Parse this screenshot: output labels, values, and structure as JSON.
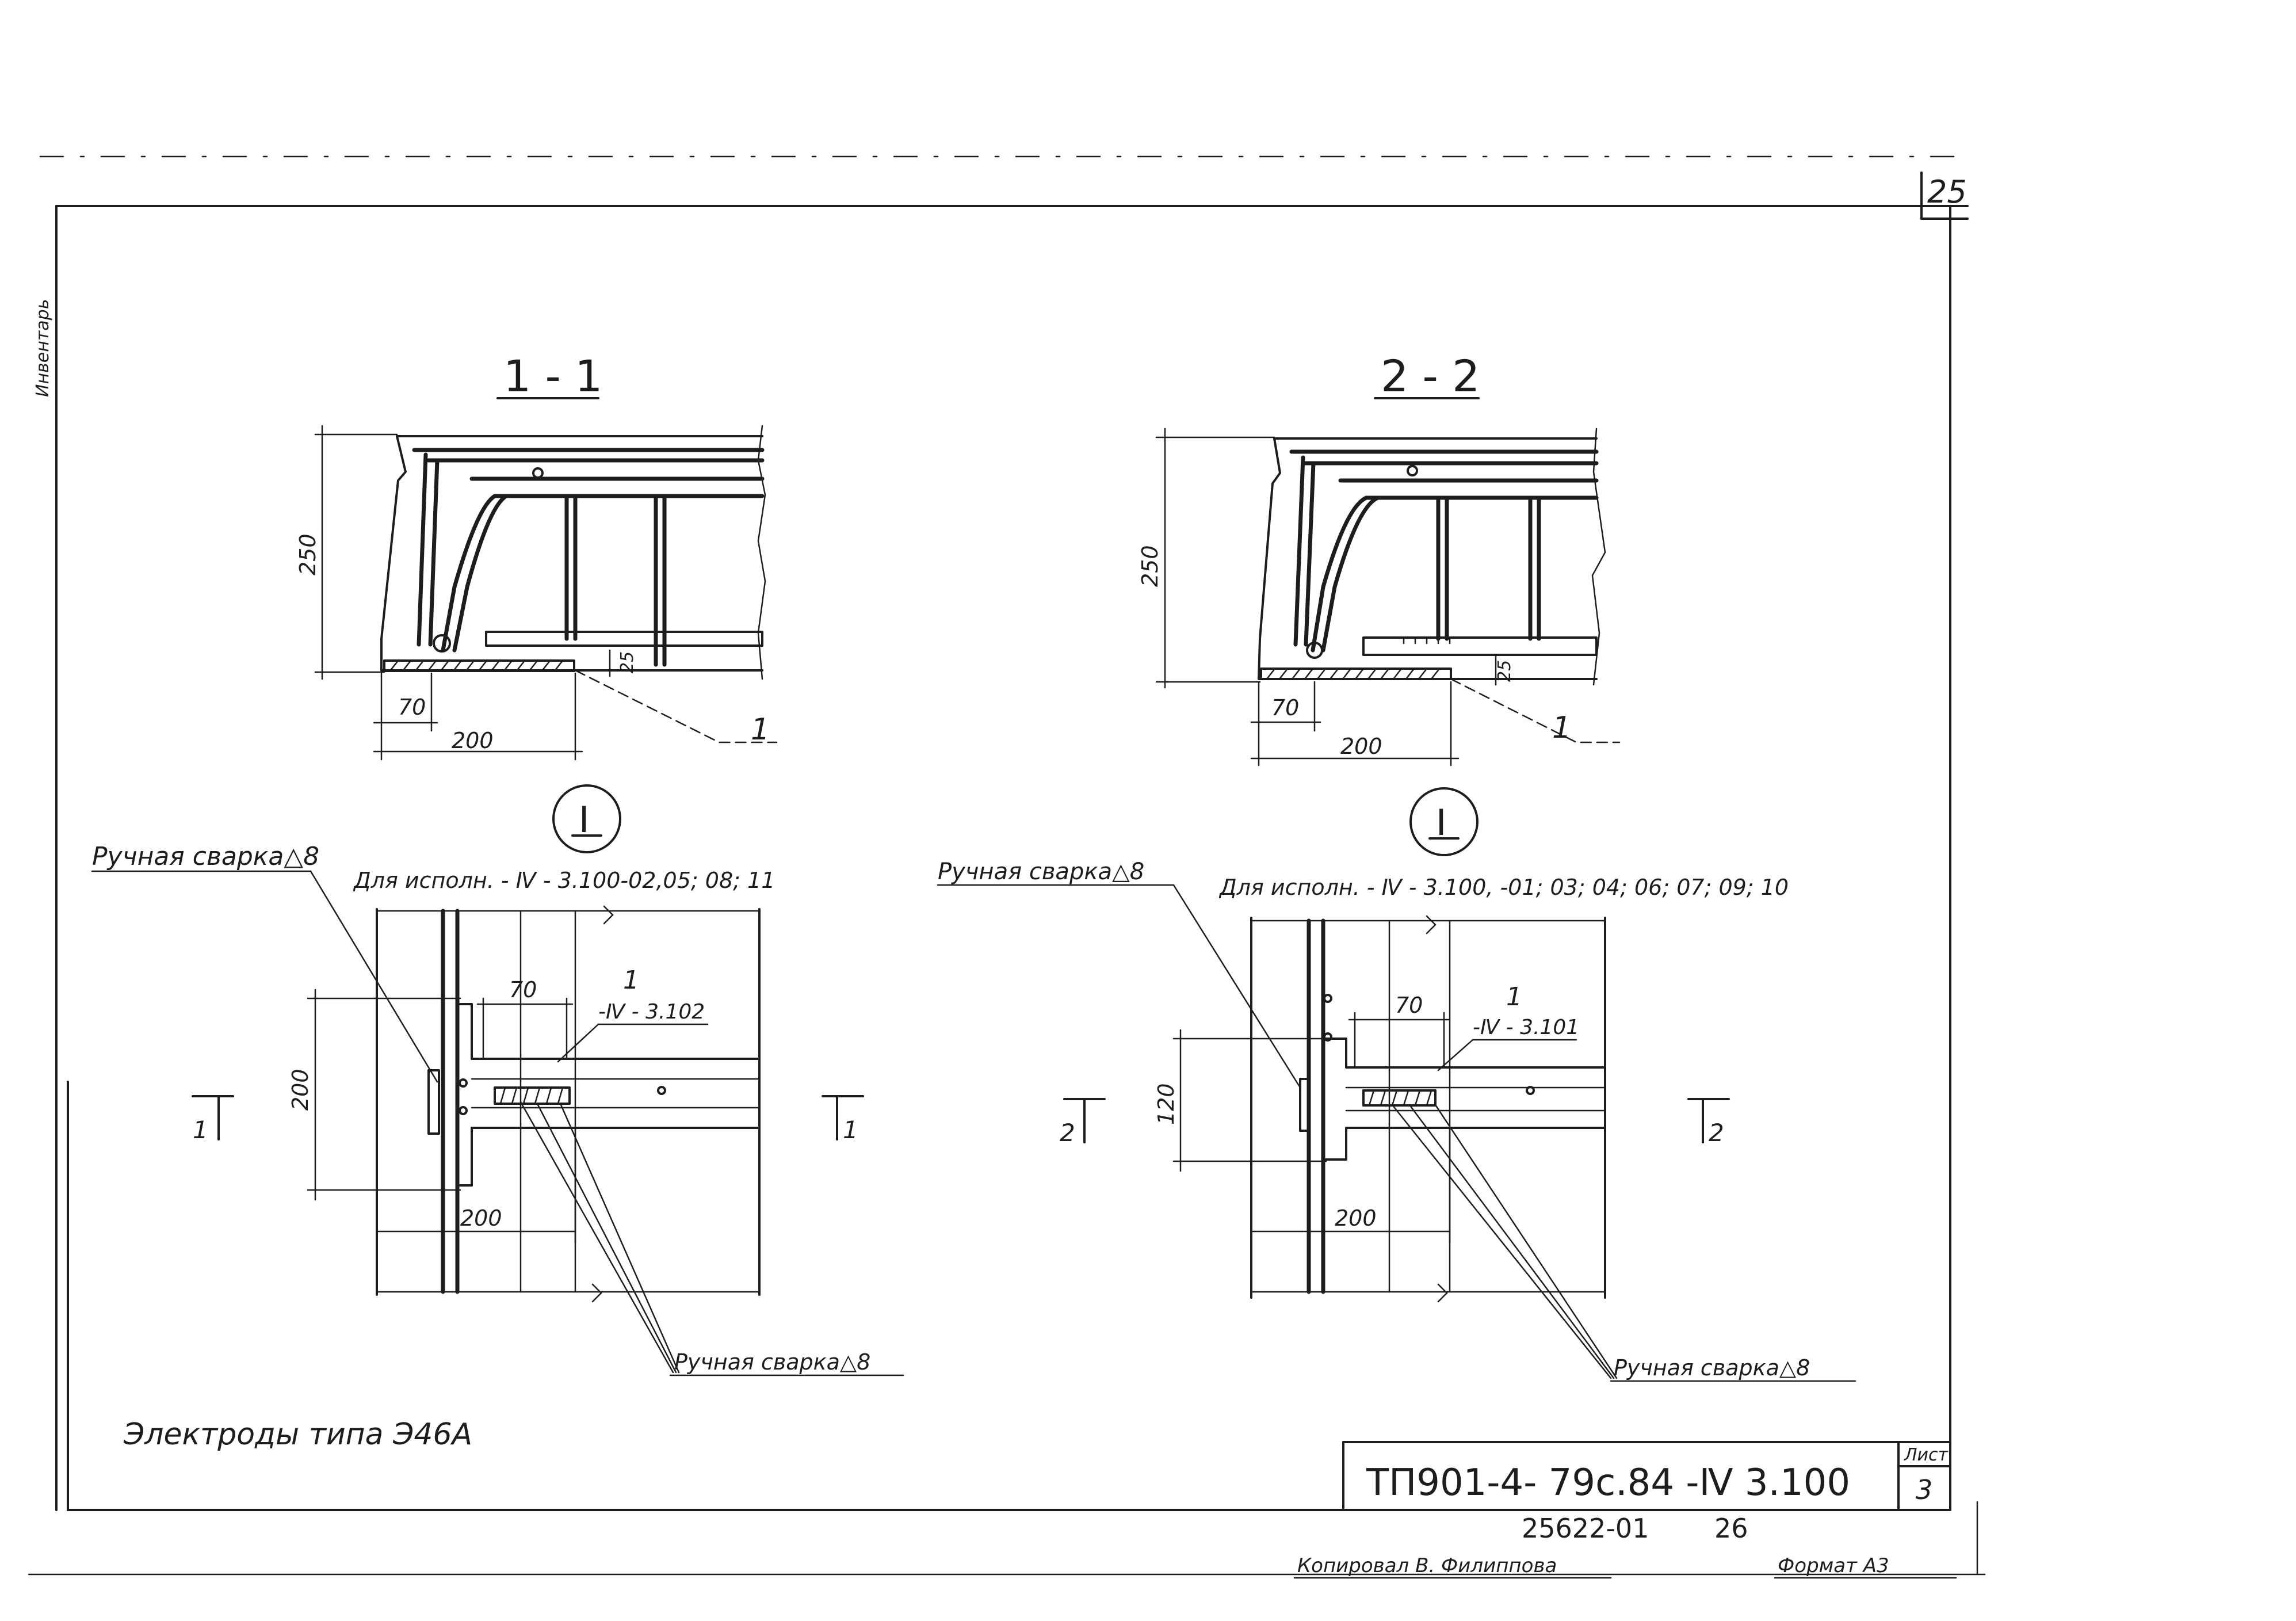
{
  "sheet": {
    "page_number": "25",
    "side_margin_text": "Инвентарь"
  },
  "section_1": {
    "title": "1 - 1",
    "dim_height": "250",
    "dim_70": "70",
    "dim_200": "200",
    "dim_25": "25",
    "leader_label": "1"
  },
  "section_2": {
    "title": "2 - 2",
    "dim_height": "250",
    "dim_70": "70",
    "dim_200": "200",
    "dim_25": "25",
    "leader_label": "1"
  },
  "detail_left": {
    "node_mark": "I",
    "weld_label": "Ручная сварка△8",
    "note": "Для исполн. - Ⅳ - 3.100-02,05; 08; 11",
    "part_label": "1",
    "part_ref": "-Ⅳ - 3.102",
    "dim_70": "70",
    "dim_200_vertical": "200",
    "dim_200_horizontal": "200",
    "section_mark_left": "1",
    "section_mark_right": "1",
    "weld_bottom_label": "Ручная сварка△8"
  },
  "detail_right": {
    "node_mark": "I",
    "weld_label": "Ручная сварка△8",
    "note": "Для исполн. - Ⅳ - 3.100, -01; 03; 04; 06; 07; 09; 10",
    "part_label": "1",
    "part_ref": "-Ⅳ - 3.101",
    "dim_70": "70",
    "dim_120_vertical": "120",
    "dim_200_horizontal": "200",
    "section_mark_left": "2",
    "section_mark_right": "2",
    "weld_bottom_label": "Ручная сварка△8"
  },
  "electrodes_note": "Электроды типа Э46А",
  "title_block": {
    "designation": "ТП901-4- 79с.84 -Ⅳ 3.100",
    "sheet_label": "Лист",
    "sheet_value": "3",
    "archive_number": "25622-01",
    "archive_sheet": "26"
  },
  "footer": {
    "copied_by": "Копировал  В. Филиппова",
    "format": "Формат А3"
  }
}
